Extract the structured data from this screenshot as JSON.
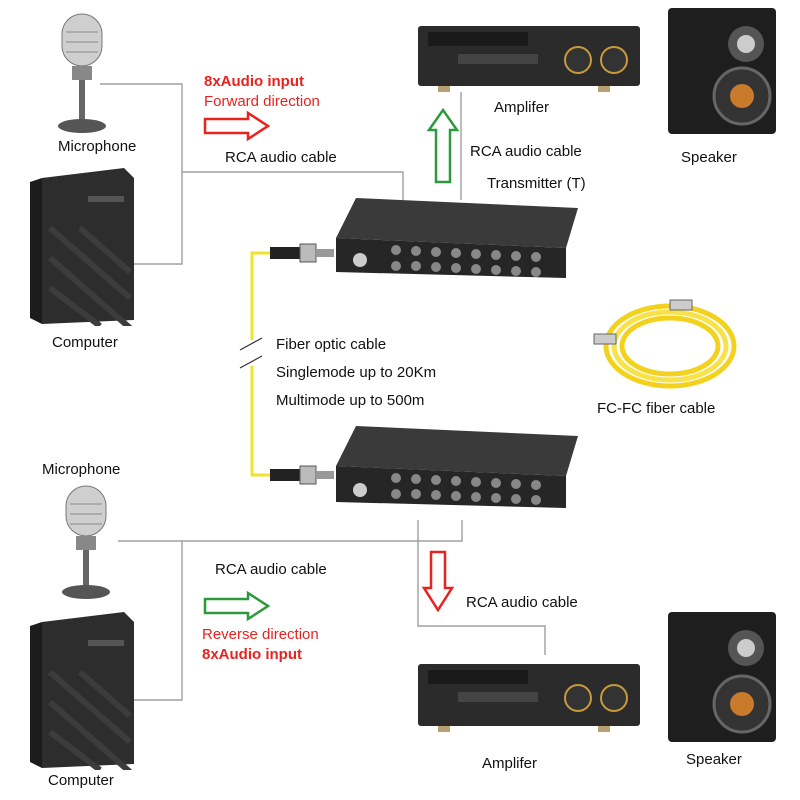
{
  "labels": {
    "microphone_top": "Microphone",
    "computer_top": "Computer",
    "forward_input": "8xAudio input",
    "forward_direction": "Forward direction",
    "rca_top_left": "RCA audio cable",
    "rca_top_right": "RCA audio cable",
    "transmitter": "Transmitter (T)",
    "amplifier_top": "Amplifer",
    "speaker_top": "Speaker",
    "fiber_optic": "Fiber optic cable",
    "singlemode": "Singlemode up to 20Km",
    "multimode": "Multimode up to 500m",
    "fc_fc": "FC-FC fiber cable",
    "microphone_bottom": "Microphone",
    "computer_bottom": "Computer",
    "rca_bottom_left": "RCA audio cable",
    "rca_bottom_right": "RCA audio cable",
    "reverse_direction": "Reverse direction",
    "reverse_input": "8xAudio input",
    "amplifier_bottom": "Amplifer",
    "speaker_bottom": "Speaker"
  },
  "colors": {
    "forward_arrow": "#e8231f",
    "reverse_arrow": "#e8231f",
    "green_arrow": "#2c9a3a",
    "fiber": "#f2e22c",
    "wire": "#9a9a9a",
    "device": "#2a2a2a"
  },
  "icons": [
    "microphone-icon",
    "computer-tower-icon",
    "amplifier-icon",
    "speaker-icon",
    "converter-box-icon",
    "fiber-spool-icon"
  ]
}
